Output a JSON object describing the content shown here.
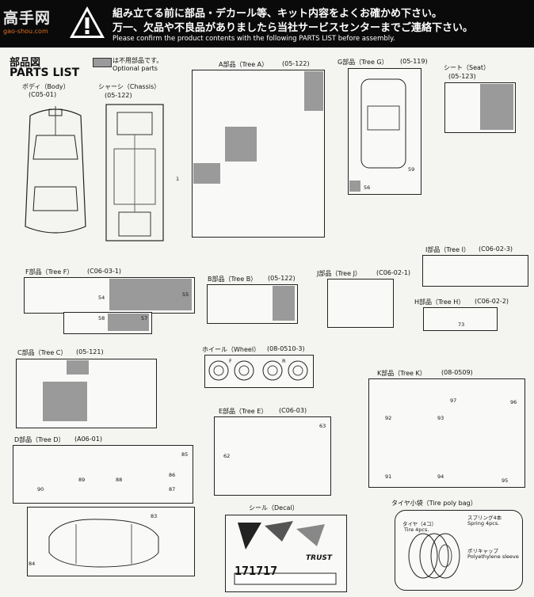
{
  "logo": {
    "text": "高手网",
    "url": "gao-shou.com"
  },
  "header": {
    "line1": "組み立てる前に部品・デカール等、キット内容をよくお確かめ下さい。",
    "line2": "万一、欠品や不良品がありましたら当社サービスセンターまでご連絡下さい。",
    "line3": "Please confirm the product contents with the following PARTS LIST before assembly."
  },
  "title": {
    "jp": "部品図",
    "en": "PARTS LIST"
  },
  "legend": {
    "jp": "は不用部品です。",
    "en": "Optional parts"
  },
  "parts": {
    "body": {
      "label": "ボディ（Body）",
      "code": "(C05-01)"
    },
    "chassis": {
      "label": "シャーシ（Chassis）",
      "code": "(05-122)",
      "num": "1"
    },
    "tree_a": {
      "label": "A部品（Tree A）",
      "code": "(05-122)"
    },
    "tree_g": {
      "label": "G部品（Tree G）",
      "code": "(05-119)",
      "nums": [
        "59",
        "56"
      ]
    },
    "seat": {
      "label": "シート（Seat）",
      "code": "(05-123)"
    },
    "tree_f": {
      "label": "F部品（Tree F）",
      "code": "(C06-03-1)",
      "nums": [
        "54",
        "55",
        "58",
        "57"
      ]
    },
    "tree_b": {
      "label": "B部品（Tree B）",
      "code": "(05-122)"
    },
    "tree_j": {
      "label": "J部品（Tree J）",
      "code": "(C06-02-1)"
    },
    "tree_i": {
      "label": "I部品（Tree I）",
      "code": "(C06-02-3)"
    },
    "tree_h": {
      "label": "H部品（Tree H）",
      "code": "(C06-02-2)",
      "nums": [
        "73"
      ]
    },
    "tree_c": {
      "label": "C部品（Tree C）",
      "code": "(05-121)"
    },
    "wheel": {
      "label": "ホイール（Wheel）",
      "code": "(08-0510-3)",
      "marks": [
        "F",
        "R"
      ]
    },
    "tree_k": {
      "label": "K部品（Tree K）",
      "code": "(08-0509)",
      "nums": [
        "97",
        "92",
        "93",
        "91",
        "94",
        "96",
        "95"
      ]
    },
    "tree_e": {
      "label": "E部品（Tree E）",
      "code": "(C06-03)",
      "nums": [
        "62",
        "63"
      ]
    },
    "tree_d": {
      "label": "D部品（Tree D）",
      "code": "(A06-01)",
      "nums": [
        "90",
        "89",
        "88",
        "85",
        "86",
        "87",
        "83",
        "84"
      ]
    },
    "decal": {
      "label": "シール（Decal）",
      "text": "171717",
      "brand": "TRUST"
    },
    "tire_bag": {
      "label": "タイヤ小袋（Tire poly bag）",
      "tire_jp": "タイヤ（4コ）",
      "tire_en": "Tire 4pcs.",
      "spring_jp": "スプリング4本",
      "spring_en": "Spring 4pcs.",
      "cap_jp": "ポリキャップ",
      "cap_en": "Polyethylene sleeve"
    }
  },
  "colors": {
    "header_bg": "#0a0a0a",
    "optional_gray": "#9a9a9a"
  }
}
